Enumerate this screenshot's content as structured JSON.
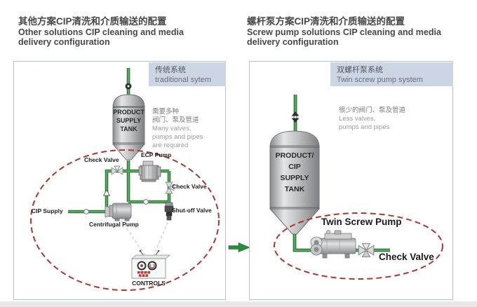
{
  "left": {
    "title": {
      "cn": "其他方案CIP清洗和介质输送的配置",
      "en1": "Other solutions CIP cleaning and media",
      "en2": "delivery configuration"
    },
    "header": {
      "cn": "传统系统",
      "en": "traditional sytem"
    },
    "note": {
      "cn1": "需要多种",
      "cn2": "阀门、泵及管道",
      "en1": "Many valves,",
      "en2": "pumps and pipes",
      "en3": "are required"
    },
    "tank": {
      "l1": "PRODUCT",
      "l2": "SUPPLY",
      "l3": "TANK"
    },
    "labels": {
      "check_valve_top": "Check Valve",
      "ecp_pump": "ECP Pump",
      "check_valve_right": "Check Valve",
      "shut_off_valve": "Shut-off Valve",
      "cip_supply": "CIP Supply",
      "centrifugal_pump": "Centrifugal Pump",
      "controls": "CONTROLS"
    }
  },
  "right": {
    "title": {
      "cn": "螺杆泵方案CIP清洗和介质输送的配置",
      "en1": "Screw pump solutions CIP cleaning and media",
      "en2": "delivery configuration"
    },
    "header": {
      "cn": "双螺杆泵系统",
      "en": "Twin screw pump system"
    },
    "note": {
      "cn1": "很少的阀门、泵及管道",
      "en1": "Less valves,",
      "en2": "pumps and pipes"
    },
    "tank": {
      "l1": "PRODUCT/",
      "l2": "CIP",
      "l3": "SUPPLY",
      "l4": "TANK"
    },
    "labels": {
      "twin_screw_pump": "Twin Screw Pump",
      "check_valve": "Check Valve"
    }
  },
  "colors": {
    "pipe_green": "#37873f",
    "pipe_light": "#5fa567",
    "dash_red": "#a9382f",
    "band_blue": "#ccd5e4",
    "panel_border": "#b2c0d3"
  }
}
